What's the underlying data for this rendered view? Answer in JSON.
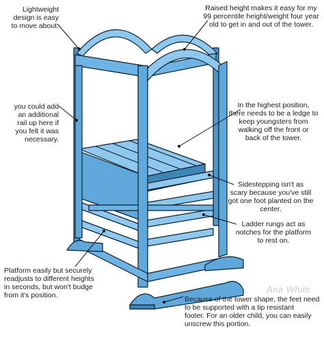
{
  "annotations": {
    "lightweight": "Lightweight\ndesign is easy\nto move about.",
    "raised_height": "Raised height makes it easy for my\n99 percentile height/weight four year\nold to get in and out of the tower.",
    "rail": "you could add\nan additional\nrail up here if\nyou felt it was\nnecessary.",
    "ledge": "In the highest position,\nthere needs to be a ledge to\nkeep youngsters from\nwalking off the front or\nback of the tower.",
    "sidestepping": "Sidestepping isn't as\nscary because you've still\ngot one foot planted on the\ncenter.",
    "ladder": "Ladder rungs act as\nnotches for the platform\nto rest on.",
    "platform": "Platform easily but securely\nreadjusts to different heights\nin seconds, but won't budge\nfrom it's position.",
    "feet": "Because of the tower shape, the feet need\nto be supported with a tip resistant\nfooter.  For an older child, you can easily\nunscrew this portion."
  },
  "watermark": "Ana White",
  "colors": {
    "wood_front": "#5fa8dc",
    "wood_light": "#8ec8ef",
    "wood_dark": "#2f6f9f",
    "outline": "#0d1f2b"
  }
}
